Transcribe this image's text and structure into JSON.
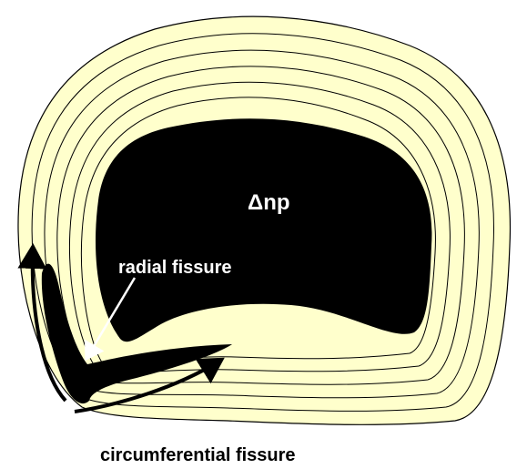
{
  "diagram": {
    "center_label": "Δnp",
    "radial_label": "radial fissure",
    "circumferential_label": "circumferential fissure",
    "ring_count": 6
  },
  "colors": {
    "annulus_fill": "#FFFFCC",
    "nucleus_fill": "#000000",
    "ring_stroke": "#000000",
    "radial_arrow": "#FFFFFF",
    "fissure_arrow": "#000000",
    "background": "#FFFFFF"
  }
}
